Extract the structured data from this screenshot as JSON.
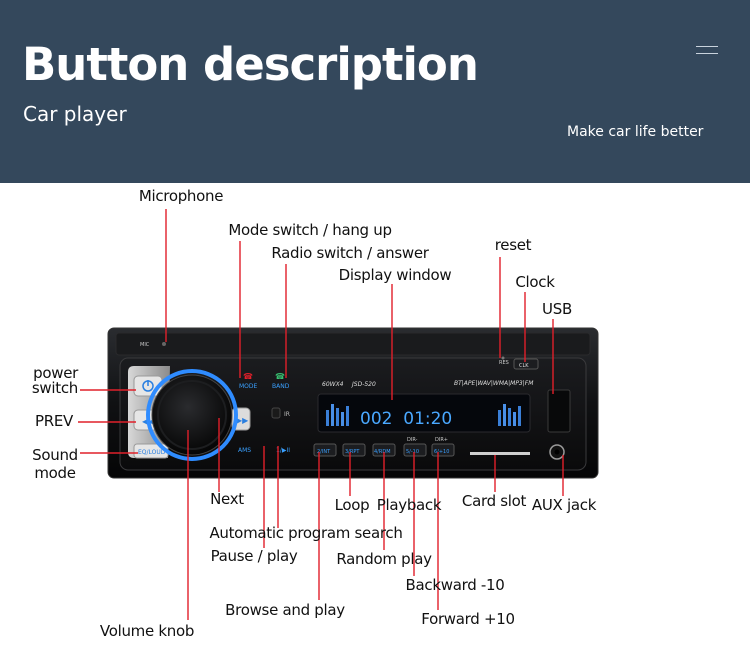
{
  "header": {
    "title": "Button description",
    "subtitle": "Car player",
    "tagline": "Make car life better"
  },
  "device": {
    "mic_label": "MIC",
    "res_label": "RES",
    "clk_label": "CLK",
    "mode_label": "MODE",
    "band_label": "BAND",
    "model_left": "60WX4",
    "model_right": "JSD-520",
    "formats": "BT|APE|WAV|WMA|MP3|FM",
    "display_text": "002  01:20",
    "eq_label": "EQ/LOUD",
    "ams_label": "AMS",
    "play_label": "1/▶II",
    "btn_2": "2/INT",
    "btn_3": "3/RPT",
    "btn_4": "4/RDM",
    "btn_5": "5/-10",
    "btn_6": "6/+10",
    "dir_minus": "DIR-",
    "dir_plus": "DIR+"
  },
  "labels": {
    "microphone": "Microphone",
    "mode_switch": "Mode switch / hang up",
    "radio_switch": "Radio switch / answer",
    "display_window": "Display window",
    "reset": "reset",
    "clock": "Clock",
    "usb": "USB",
    "power_line1": "power",
    "power_line2": "switch",
    "prev": "PREV",
    "sound_line1": "Sound",
    "sound_line2": "mode",
    "next": "Next",
    "loop": "Loop",
    "playback": "Playback",
    "card_slot": "Card slot",
    "aux_jack": "AUX jack",
    "auto_search": "Automatic program search",
    "pause_play": "Pause / play",
    "random_play": "Random play",
    "backward": "Backward -10",
    "browse_play": "Browse and play",
    "forward": "Forward +10",
    "volume_knob": "Volume knob"
  },
  "colors": {
    "header_bg": "#34485c",
    "callout_red": "#e0202a",
    "display_blue": "#4aa8ff",
    "knob_ring_blue": "#2f8cff"
  }
}
